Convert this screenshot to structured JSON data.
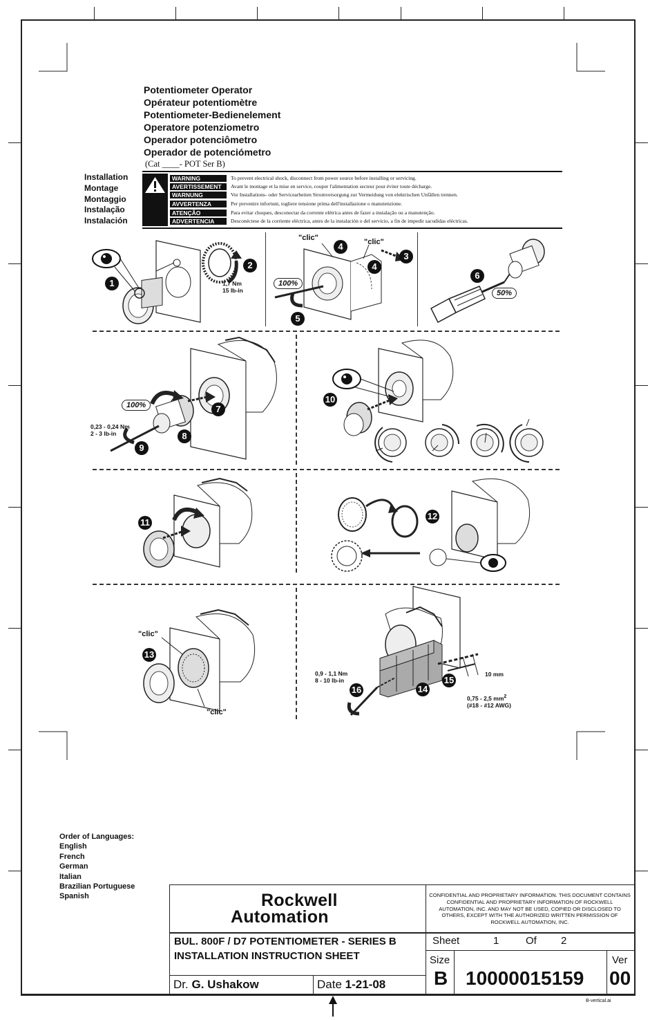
{
  "titles": [
    "Potentiometer Operator",
    "Opérateur potentiomètre",
    "Potentiometer-Bedienelement",
    "Operatore potenziometro",
    "Operador potenciômetro",
    "Operador de potenciómetro"
  ],
  "catalog_line": "(Cat ____- POT Ser B)",
  "installation_labels": [
    "Installation",
    "Montage",
    "Montaggio",
    "Instalação",
    "Instalación"
  ],
  "warnings": [
    {
      "label": "WARNING",
      "text": "To prevent electrical shock, disconnect from power source before  installing  or  servicing."
    },
    {
      "label": "AVERTISSEMENT",
      "text": "Avant le montage et la mise en service, couper l'alimentation secteur pour éviter toute décharge."
    },
    {
      "label": "WARNUNG",
      "text": "Vor Installations- oder Servicearbeiten Stromversorgung zur Vermeidung von elektrischen Unfällen trennen."
    },
    {
      "label": "AVVERTENZA",
      "text": "Per prevenire infortuni, togliere tensione prima dell'installazione o manutenzione."
    },
    {
      "label": "ATENÇÃO",
      "text": "Para evitar choques, desconectar da corrente elétrica antes de fazer a instalação ou a manutenção."
    },
    {
      "label": "ADVERTENCIA",
      "text": "Desconéctese  de  la  corriente eléctrica, antes de la instalación o del servicio, a fin de impedir sacudidas eléctricas."
    }
  ],
  "steps": {
    "s1": "1",
    "s2": "2",
    "s3": "3",
    "s4a": "4",
    "s4b": "4",
    "s5": "5",
    "s6": "6",
    "s7": "7",
    "s8": "8",
    "s9": "9",
    "s10": "10",
    "s11": "11",
    "s12": "12",
    "s13": "13",
    "s14": "14",
    "s15": "15",
    "s16": "16"
  },
  "annotations": {
    "torque1_a": "1,7 Nm",
    "torque1_b": "15 lb-in",
    "clic": "\"clic\"",
    "pct100": "100%",
    "pct50": "50%",
    "torque2_a": "0,23 - 0,24 Nm",
    "torque2_b": "2 - 3 lb-in",
    "torque3_a": "0,9 - 1,1 Nm",
    "torque3_b": "8 - 10 lb-in",
    "strip": "10 mm",
    "wire_a": "0,75 - 2,5 mm",
    "wire_sup": "2",
    "wire_b": "(#18 - #12 AWG)"
  },
  "languages": {
    "heading": "Order of Languages:",
    "items": [
      "English",
      "French",
      "German",
      "Italian",
      "Brazilian Portuguese",
      "Spanish"
    ]
  },
  "title_block": {
    "logo_line1": "Rockwell",
    "logo_line2": "Automation",
    "confidential": "CONFIDENTIAL AND PROPRIETARY INFORMATION.  THIS DOCUMENT CONTAINS CONFIDENTIAL AND PROPRIETARY INFORMATION OF ROCKWELL AUTOMATION, INC. AND MAY NOT BE USED, COPIED OR DISCLOSED TO OTHERS, EXCEPT WITH THE AUTHORIZED WRITTEN PERMISSION OF ROCKWELL AUTOMATION, INC.",
    "doc_title_1": "BUL. 800F / D7 POTENTIOMETER - SERIES B",
    "doc_title_2": "INSTALLATION INSTRUCTION SHEET",
    "sheet_label": "Sheet",
    "sheet_num": "1",
    "of_label": "Of",
    "sheet_total": "2",
    "size_label": "Size",
    "size_value": "B",
    "doc_number": "10000015159",
    "ver_label": "Ver",
    "ver_value": "00",
    "dr_label": "Dr.",
    "drawer": "G. Ushakow",
    "date_label": "Date",
    "date_value": "1-21-08",
    "file_name": "B-vertical.ai"
  }
}
